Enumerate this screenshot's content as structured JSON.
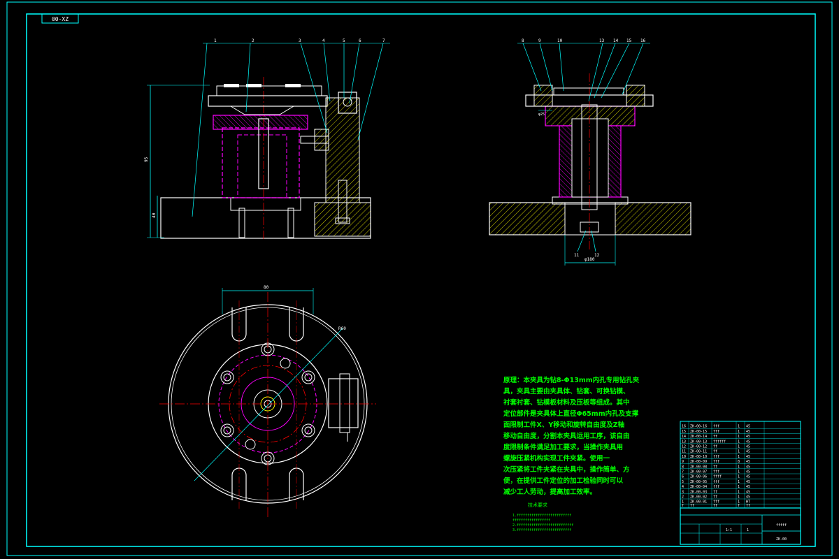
{
  "drawing": {
    "code_box": "00-XZ",
    "background": "#000000",
    "colors": {
      "frame": "#00ffff",
      "outline": "#ffffff",
      "hidden": "#ff00ff",
      "center": "#ff0000",
      "hatch": "#ffff00",
      "note": "#00ff00",
      "leader": "#00ffff"
    }
  },
  "front_view": {
    "balloons": [
      "1",
      "2",
      "3",
      "4",
      "5",
      "6",
      "7"
    ],
    "dims": {
      "total_height": "95",
      "base_height": "40"
    }
  },
  "side_view": {
    "top_balloons": [
      "8",
      "9",
      "10",
      "13",
      "14",
      "15",
      "16"
    ],
    "bottom_balloons": [
      "11",
      "12"
    ],
    "dims": {
      "bore": "φ25",
      "base_width": "φ180"
    }
  },
  "top_view": {
    "dims": {
      "slot_width": "80",
      "radius": "R60"
    }
  },
  "notes": {
    "lines": [
      "原理：本夹具为钻8-Φ13mm内孔专用钻孔夹",
      "具，夹具主要由夹具体、钻套、可换钻模、",
      "衬套衬套、钻模板材料及压板等组成。其中",
      "定位部件是夹具体上直径Φ65mm内孔及支撑",
      "面限制工件X、Y移动和旋转自由度及Z轴",
      "移动自由度，分割本夹具运用工序，该自由",
      "度限制条件满足加工要求，当操作夹具用",
      "螺旋压紧机构实现工件夹紧。使用一",
      "次压紧将工件夹紧在夹具中，操作简单、方",
      "便，在提供工件定位的加工检验同时可以",
      "减少工人劳动，提高加工效率。"
    ]
  },
  "requirements": {
    "title": "技术要求",
    "lines": [
      "1.ffffffffffffffffffffffffff",
      "  ffffffffffffffffff",
      "2.fffffffffffffffffffffffffff",
      "3.ffffffffffffffffffffffffff"
    ]
  },
  "parts_list": {
    "rows": [
      [
        "16",
        "ZK-00-16",
        "fff",
        "1",
        "45"
      ],
      [
        "15",
        "ZK-00-15",
        "fff",
        "1",
        "45"
      ],
      [
        "14",
        "ZK-00-14",
        "ff",
        "1",
        "45"
      ],
      [
        "13",
        "ZK-00-13",
        "ffffff",
        "1",
        "45"
      ],
      [
        "12",
        "ZK-00-12",
        "ff",
        "1",
        "45"
      ],
      [
        "11",
        "ZK-00-11",
        "ff",
        "1",
        "45"
      ],
      [
        "10",
        "ZK-00-10",
        "fff",
        "1",
        "45"
      ],
      [
        "9",
        "ZK-00-09",
        "fff",
        "8",
        "45"
      ],
      [
        "8",
        "ZK-00-08",
        "ff",
        "1",
        "45"
      ],
      [
        "7",
        "ZK-00-07",
        "fff",
        "1",
        "45"
      ],
      [
        "6",
        "ZK-00-06",
        "ffff",
        "1",
        "45"
      ],
      [
        "5",
        "ZK-00-05",
        "fff",
        "1",
        "45"
      ],
      [
        "4",
        "ZK-00-04",
        "fff",
        "1",
        "45"
      ],
      [
        "3",
        "ZK-00-03",
        "ff",
        "1",
        "45"
      ],
      [
        "2",
        "ZK-00-02",
        "ff",
        "1",
        "45"
      ],
      [
        "1",
        "ZK-00-01",
        "fff",
        "1",
        "HT"
      ]
    ],
    "header": [
      "f",
      "ff",
      "ff",
      "f",
      "ff"
    ]
  },
  "title_block": {
    "name": "fffff",
    "drawing_no": "ZK-00",
    "scale": "1:1",
    "sheet": "1"
  }
}
